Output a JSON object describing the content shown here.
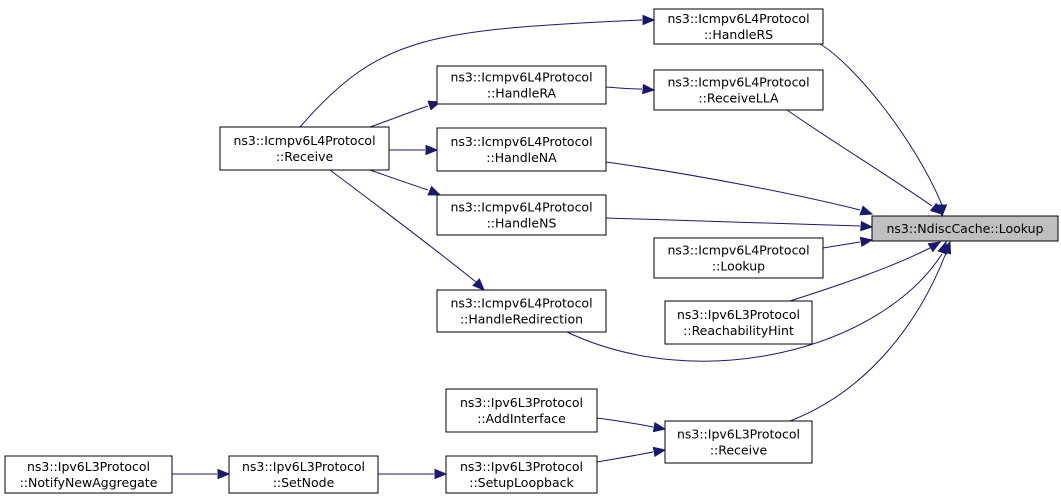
{
  "nodes": {
    "lookup": {
      "lines": [
        "ns3::NdiscCache::Lookup"
      ],
      "focus": true
    },
    "handle_rs": {
      "lines": [
        "ns3::Icmpv6L4Protocol",
        "::HandleRS"
      ]
    },
    "receive_lla": {
      "lines": [
        "ns3::Icmpv6L4Protocol",
        "::ReceiveLLA"
      ]
    },
    "handle_ra": {
      "lines": [
        "ns3::Icmpv6L4Protocol",
        "::HandleRA"
      ]
    },
    "icmp_receive": {
      "lines": [
        "ns3::Icmpv6L4Protocol",
        "::Receive"
      ]
    },
    "handle_na": {
      "lines": [
        "ns3::Icmpv6L4Protocol",
        "::HandleNA"
      ]
    },
    "handle_ns": {
      "lines": [
        "ns3::Icmpv6L4Protocol",
        "::HandleNS"
      ]
    },
    "icmp_lookup": {
      "lines": [
        "ns3::Icmpv6L4Protocol",
        "::Lookup"
      ]
    },
    "reach_hint": {
      "lines": [
        "ns3::Ipv6L3Protocol",
        "::ReachabilityHint"
      ]
    },
    "handle_redir": {
      "lines": [
        "ns3::Icmpv6L4Protocol",
        "::HandleRedirection"
      ]
    },
    "add_iface": {
      "lines": [
        "ns3::Ipv6L3Protocol",
        "::AddInterface"
      ]
    },
    "ipv6_receive": {
      "lines": [
        "ns3::Ipv6L3Protocol",
        "::Receive"
      ]
    },
    "setup_loop": {
      "lines": [
        "ns3::Ipv6L3Protocol",
        "::SetupLoopback"
      ]
    },
    "set_node": {
      "lines": [
        "ns3::Ipv6L3Protocol",
        "::SetNode"
      ]
    },
    "notify_agg": {
      "lines": [
        "ns3::Ipv6L3Protocol",
        "::NotifyNewAggregate"
      ]
    }
  },
  "edges": [
    {
      "from": "handle_rs",
      "to": "lookup"
    },
    {
      "from": "receive_lla",
      "to": "lookup"
    },
    {
      "from": "handle_na",
      "to": "lookup"
    },
    {
      "from": "handle_ns",
      "to": "lookup"
    },
    {
      "from": "icmp_lookup",
      "to": "lookup"
    },
    {
      "from": "reach_hint",
      "to": "lookup"
    },
    {
      "from": "handle_redir",
      "to": "lookup"
    },
    {
      "from": "ipv6_receive",
      "to": "lookup"
    },
    {
      "from": "handle_ra",
      "to": "receive_lla"
    },
    {
      "from": "icmp_receive",
      "to": "handle_rs"
    },
    {
      "from": "icmp_receive",
      "to": "handle_ra"
    },
    {
      "from": "icmp_receive",
      "to": "handle_na"
    },
    {
      "from": "icmp_receive",
      "to": "handle_ns"
    },
    {
      "from": "icmp_receive",
      "to": "handle_redir"
    },
    {
      "from": "add_iface",
      "to": "ipv6_receive"
    },
    {
      "from": "setup_loop",
      "to": "ipv6_receive"
    },
    {
      "from": "set_node",
      "to": "setup_loop"
    },
    {
      "from": "notify_agg",
      "to": "set_node"
    }
  ]
}
